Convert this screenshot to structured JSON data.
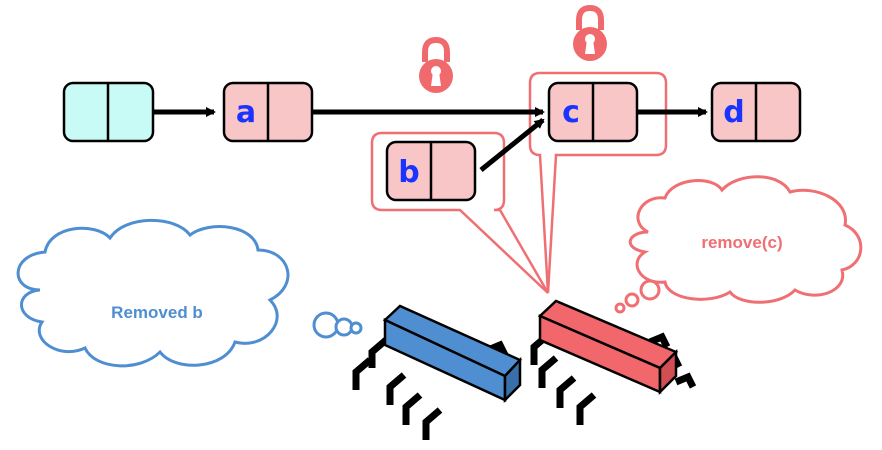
{
  "colors": {
    "head_fill": "#c9fbf6",
    "node_fill": "#f9c6c7",
    "node_stroke": "#000000",
    "label_color": "#1a33ff",
    "callout_stroke": "#ef6f73",
    "lock_color": "#f0696c",
    "blue_thread": "#4f8ed1",
    "red_thread": "#f2676c"
  },
  "nodes": {
    "a": "a",
    "b": "b",
    "c": "c",
    "d": "d"
  },
  "thoughts": {
    "blue": "Removed b",
    "red": "remove(c)"
  },
  "icons": [
    "lock-icon",
    "lock-icon",
    "thread-chip-icon",
    "thread-chip-icon"
  ]
}
